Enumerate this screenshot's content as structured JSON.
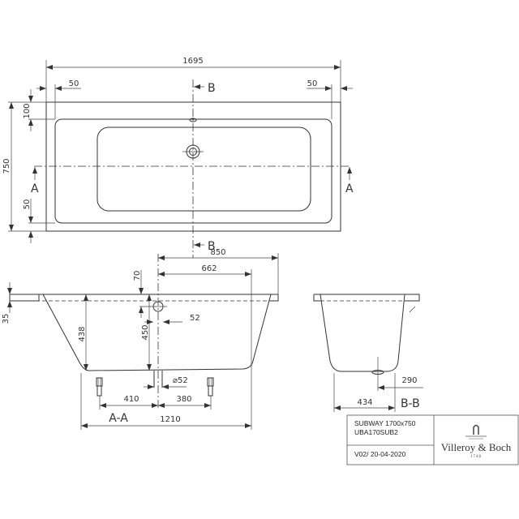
{
  "top_view": {
    "dim_length": "1695",
    "dim_left_rim": "50",
    "dim_right_rim": "50",
    "dim_width": "750",
    "dim_back_rim": "100",
    "dim_front_rim": "50",
    "section_b": "B",
    "section_a": "A"
  },
  "section_aa": {
    "label": "A-A",
    "dim_850": "850",
    "dim_662": "662",
    "dim_70": "70",
    "dim_35": "35",
    "dim_438": "438",
    "dim_450": "450",
    "dim_52": "52",
    "dim_drain": "⌀52",
    "dim_410": "410",
    "dim_380": "380",
    "dim_1210": "1210"
  },
  "section_bb": {
    "label": "B-B",
    "dim_290": "290",
    "dim_434": "434"
  },
  "title_block": {
    "product": "SUBWAY 1700x750",
    "code": "UBA170SUB2",
    "version": "V02/ 20-04-2020",
    "brand": "Villeroy & Boch",
    "year": "1748"
  }
}
